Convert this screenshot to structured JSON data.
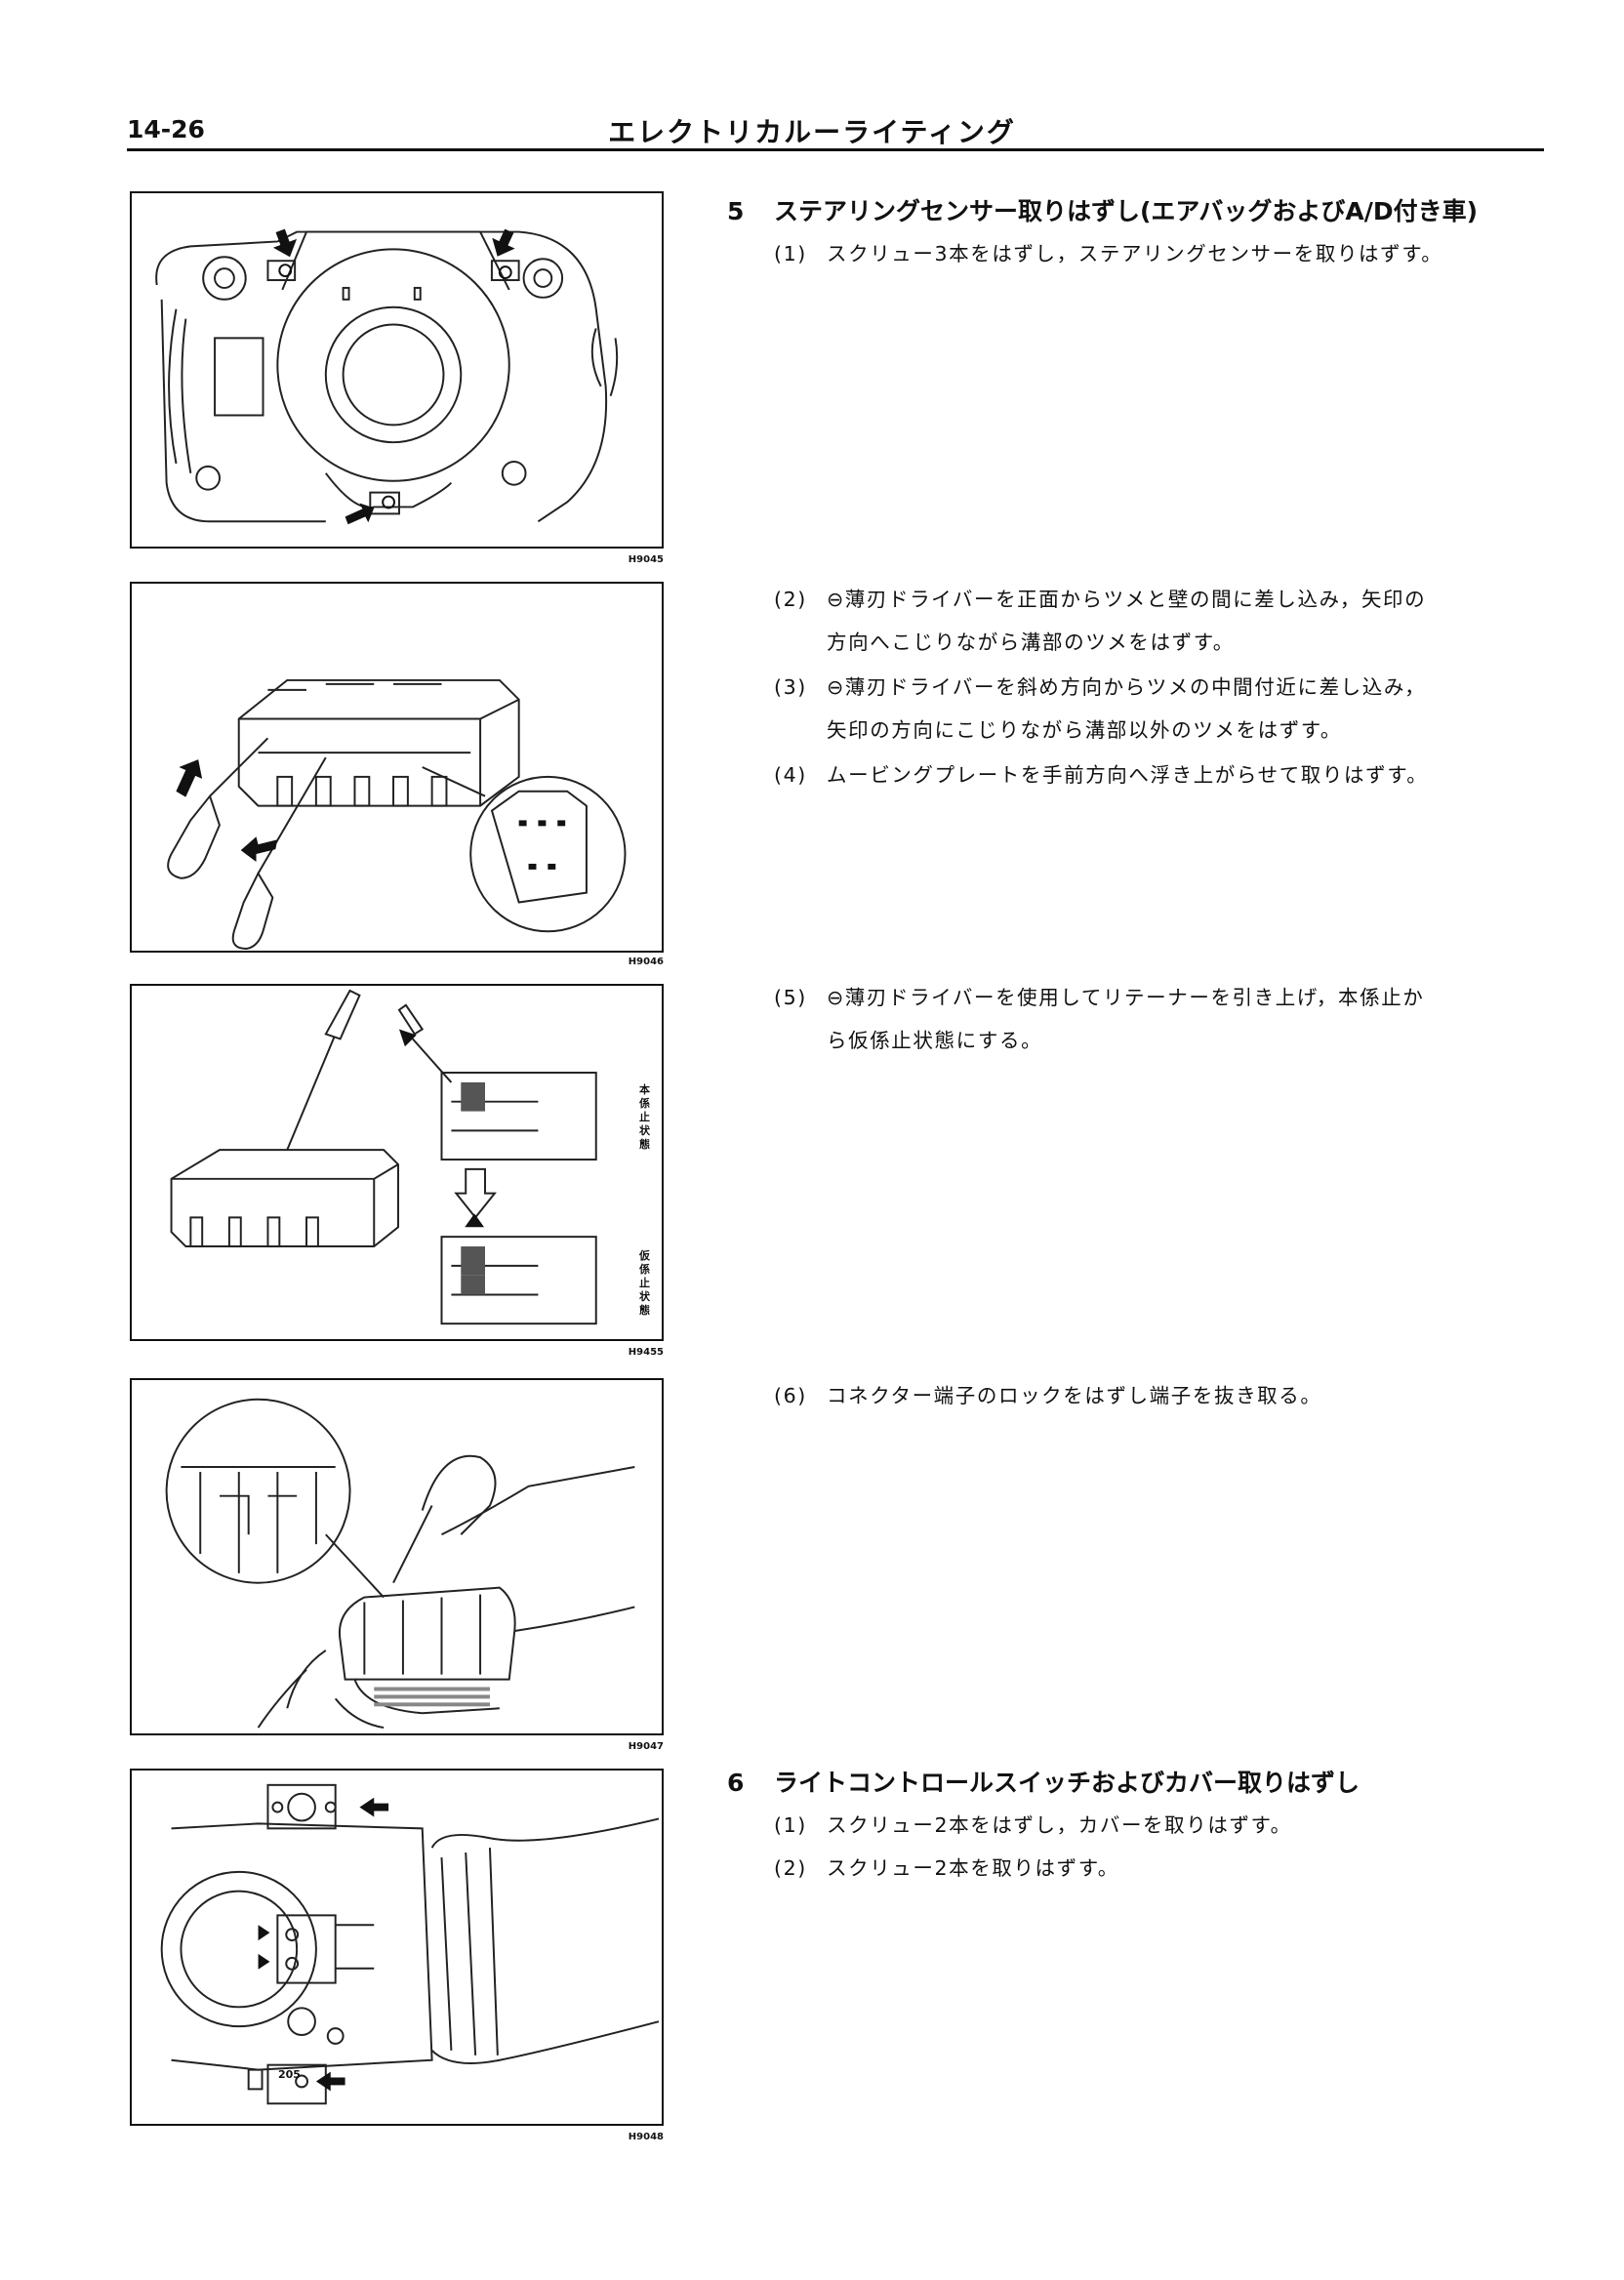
{
  "header": {
    "page_number": "14-26",
    "section_title": "エレクトリカルーライティング"
  },
  "figures": [
    {
      "code": "H9045"
    },
    {
      "code": "H9046"
    },
    {
      "code": "H9455",
      "label_top": "本係止状態",
      "label_bottom": "仮係止状態"
    },
    {
      "code": "H9047"
    },
    {
      "code": "H9048",
      "part_mark": "205"
    }
  ],
  "steps": [
    {
      "number": "5",
      "title": "ステアリングセンサー取りはずし(エアバッグおよびA/D付き車)",
      "items": [
        {
          "index": "(1)",
          "text": "スクリュー3本をはずし，ステアリングセンサーを取りはずす。"
        },
        {
          "index": "(2)",
          "line1": "⊖薄刃ドライバーを正面からツメと壁の間に差し込み，矢印の",
          "line2": "方向へこじりながら溝部のツメをはずす。"
        },
        {
          "index": "(3)",
          "line1": "⊖薄刃ドライバーを斜め方向からツメの中間付近に差し込み，",
          "line2": "矢印の方向にこじりながら溝部以外のツメをはずす。"
        },
        {
          "index": "(4)",
          "text": "ムービングプレートを手前方向へ浮き上がらせて取りはずす。"
        },
        {
          "index": "(5)",
          "line1": "⊖薄刃ドライバーを使用してリテーナーを引き上げ，本係止か",
          "line2": "ら仮係止状態にする。"
        },
        {
          "index": "(6)",
          "text": "コネクター端子のロックをはずし端子を抜き取る。"
        }
      ]
    },
    {
      "number": "6",
      "title": "ライトコントロールスイッチおよびカバー取りはずし",
      "items": [
        {
          "index": "(1)",
          "text": "スクリュー2本をはずし，カバーを取りはずす。"
        },
        {
          "index": "(2)",
          "text": "スクリュー2本を取りはずす。"
        }
      ]
    }
  ]
}
